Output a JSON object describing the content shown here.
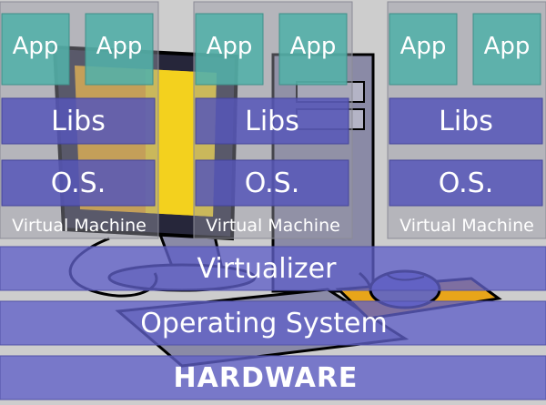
{
  "vms": [
    {
      "apps": [
        "App",
        "App"
      ],
      "libs": "Libs",
      "os": "O.S.",
      "label": "Virtual Machine"
    },
    {
      "apps": [
        "App",
        "App"
      ],
      "libs": "Libs",
      "os": "O.S.",
      "label": "Virtual Machine"
    },
    {
      "apps": [
        "App",
        "App"
      ],
      "libs": "Libs",
      "os": "O.S.",
      "label": "Virtual Machine"
    }
  ],
  "layers": {
    "virtualizer": "Virtualizer",
    "operating_system": "Operating System",
    "hardware": "HARDWARE"
  },
  "colors": {
    "app_block": "#5bb8b0",
    "stack_block": "#5a5ab8",
    "layer_band": "#6666c8",
    "background": "#cfcfcf"
  },
  "icons": {
    "background": "desktop-computer-icon"
  }
}
